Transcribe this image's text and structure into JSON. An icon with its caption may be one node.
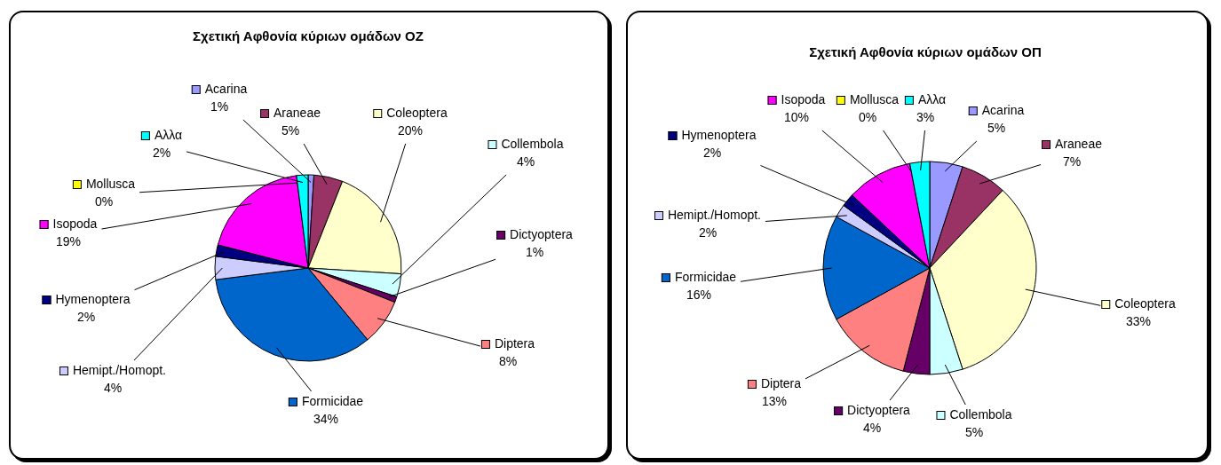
{
  "diagram": {
    "chart_data": [
      {
        "type": "pie",
        "title": "Σχετική Αφθονία κύριων ομάδων ΟΖ",
        "categories": [
          "Acarina",
          "Araneae",
          "Coleoptera",
          "Collembola",
          "Dictyoptera",
          "Diptera",
          "Formicidae",
          "Hemipt./Homopt.",
          "Hymenoptera",
          "Isopoda",
          "Mollusca",
          "Αλλα"
        ],
        "values": [
          1,
          5,
          20,
          4,
          1,
          8,
          34,
          4,
          2,
          19,
          0,
          2
        ],
        "colors": [
          "#9999ff",
          "#993366",
          "#ffffcc",
          "#ccffff",
          "#660066",
          "#ff8080",
          "#0066cc",
          "#ccccff",
          "#000080",
          "#ff00ff",
          "#ffff00",
          "#00ffff"
        ],
        "value_labels": [
          "1%",
          "5%",
          "20%",
          "4%",
          "1%",
          "8%",
          "34%",
          "4%",
          "2%",
          "19%",
          "0%",
          "2%"
        ],
        "legend": "top left"
      },
      {
        "type": "pie",
        "title": "Σχετική Αφθονία κύριων ομάδων ΟΠ",
        "categories": [
          "Acarina",
          "Araneae",
          "Coleoptera",
          "Collembola",
          "Dictyoptera",
          "Diptera",
          "Formicidae",
          "Hemipt./Homopt.",
          "Hymenoptera",
          "Isopoda",
          "Mollusca",
          "Αλλα"
        ],
        "values": [
          5,
          7,
          33,
          5,
          4,
          13,
          16,
          2,
          2,
          10,
          0,
          3
        ],
        "colors": [
          "#9999ff",
          "#993366",
          "#ffffcc",
          "#ccffff",
          "#660066",
          "#ff8080",
          "#0066cc",
          "#ccccff",
          "#000080",
          "#ff00ff",
          "#ffff00",
          "#00ffff"
        ],
        "value_labels": [
          "5%",
          "7%",
          "33%",
          "5%",
          "4%",
          "13%",
          "16%",
          "2%",
          "2%",
          "10%",
          "0%",
          "3%"
        ],
        "legend": "top left"
      }
    ]
  }
}
